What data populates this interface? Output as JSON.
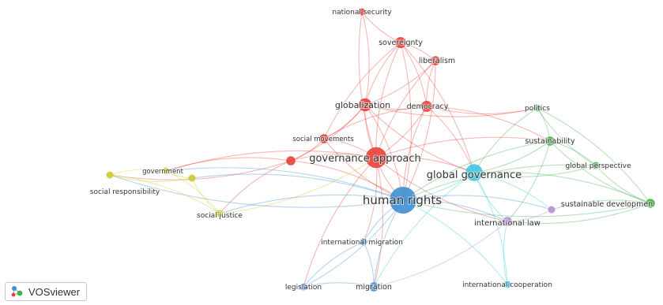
{
  "logo": {
    "text": "VOSviewer"
  },
  "clusters": {
    "red": "#e8413b",
    "blue": "#3d8fd4",
    "green": "#3fb34a",
    "yellow": "#c9cc2c",
    "cyan": "#3ec6de",
    "purple": "#b58cd9"
  },
  "nodes": [
    {
      "id": "national-security",
      "label": "national security",
      "cluster": "red",
      "weight": 2
    },
    {
      "id": "sovereignty",
      "label": "sovereignty",
      "cluster": "red",
      "weight": 4
    },
    {
      "id": "liberalism",
      "label": "liberalism",
      "cluster": "red",
      "weight": 3
    },
    {
      "id": "globalization",
      "label": "globalization",
      "cluster": "red",
      "weight": 5
    },
    {
      "id": "democracy",
      "label": "democracy",
      "cluster": "red",
      "weight": 4
    },
    {
      "id": "social-movements",
      "label": "social movements",
      "cluster": "red",
      "weight": 3
    },
    {
      "id": "governance-approach",
      "label": "governance approach",
      "cluster": "red",
      "weight": 9
    },
    {
      "id": "red-small",
      "label": "",
      "cluster": "red",
      "weight": 3
    },
    {
      "id": "politics",
      "label": "politics",
      "cluster": "green",
      "weight": 2
    },
    {
      "id": "sustainability",
      "label": "sustainability",
      "cluster": "green",
      "weight": 3
    },
    {
      "id": "global-perspective",
      "label": "global perspective",
      "cluster": "green",
      "weight": 2
    },
    {
      "id": "sustainable-development",
      "label": "sustainable developmen",
      "cluster": "green",
      "weight": 3
    },
    {
      "id": "global-governance",
      "label": "global governance",
      "cluster": "cyan",
      "weight": 7
    },
    {
      "id": "international-cooperation",
      "label": "international cooperation",
      "cluster": "cyan",
      "weight": 2
    },
    {
      "id": "human-rights",
      "label": "human rights",
      "cluster": "blue",
      "weight": 12
    },
    {
      "id": "international-migration",
      "label": "international migration",
      "cluster": "blue",
      "weight": 2
    },
    {
      "id": "legislation",
      "label": "legislation",
      "cluster": "blue",
      "weight": 2
    },
    {
      "id": "migration",
      "label": "migration",
      "cluster": "blue",
      "weight": 3
    },
    {
      "id": "international-law",
      "label": "international law",
      "cluster": "purple",
      "weight": 3
    },
    {
      "id": "purple-small",
      "label": "",
      "cluster": "purple",
      "weight": 2
    },
    {
      "id": "government",
      "label": "government",
      "cluster": "yellow",
      "weight": 2
    },
    {
      "id": "social-responsibility",
      "label": "social responsibility",
      "cluster": "yellow",
      "weight": 2
    },
    {
      "id": "social-justice",
      "label": "social justice",
      "cluster": "yellow",
      "weight": 2
    },
    {
      "id": "yellow-small",
      "label": "",
      "cluster": "yellow",
      "weight": 2
    }
  ],
  "links": [
    [
      "national-security",
      "sovereignty"
    ],
    [
      "national-security",
      "globalization"
    ],
    [
      "national-security",
      "governance-approach"
    ],
    [
      "sovereignty",
      "liberalism"
    ],
    [
      "sovereignty",
      "globalization"
    ],
    [
      "sovereignty",
      "democracy"
    ],
    [
      "sovereignty",
      "governance-approach"
    ],
    [
      "sovereignty",
      "human-rights"
    ],
    [
      "sovereignty",
      "social-movements"
    ],
    [
      "sovereignty",
      "global-governance"
    ],
    [
      "liberalism",
      "democracy"
    ],
    [
      "liberalism",
      "globalization"
    ],
    [
      "liberalism",
      "governance-approach"
    ],
    [
      "liberalism",
      "human-rights"
    ],
    [
      "globalization",
      "democracy"
    ],
    [
      "globalization",
      "social-movements"
    ],
    [
      "globalization",
      "governance-approach"
    ],
    [
      "globalization",
      "human-rights"
    ],
    [
      "globalization",
      "global-governance"
    ],
    [
      "globalization",
      "red-small"
    ],
    [
      "globalization",
      "politics"
    ],
    [
      "democracy",
      "governance-approach"
    ],
    [
      "democracy",
      "human-rights"
    ],
    [
      "democracy",
      "global-governance"
    ],
    [
      "democracy",
      "politics"
    ],
    [
      "democracy",
      "sustainability"
    ],
    [
      "democracy",
      "social-movements"
    ],
    [
      "social-movements",
      "governance-approach"
    ],
    [
      "social-movements",
      "human-rights"
    ],
    [
      "social-movements",
      "red-small"
    ],
    [
      "governance-approach",
      "human-rights"
    ],
    [
      "governance-approach",
      "global-governance"
    ],
    [
      "governance-approach",
      "red-small"
    ],
    [
      "governance-approach",
      "sustainability"
    ],
    [
      "governance-approach",
      "international-law"
    ],
    [
      "governance-approach",
      "migration"
    ],
    [
      "governance-approach",
      "legislation"
    ],
    [
      "governance-approach",
      "international-migration"
    ],
    [
      "governance-approach",
      "government"
    ],
    [
      "red-small",
      "human-rights"
    ],
    [
      "red-small",
      "social-justice"
    ],
    [
      "red-small",
      "social-responsibility"
    ],
    [
      "red-small",
      "government"
    ],
    [
      "politics",
      "sustainability"
    ],
    [
      "politics",
      "global-governance"
    ],
    [
      "politics",
      "sustainable-development"
    ],
    [
      "politics",
      "global-perspective"
    ],
    [
      "sustainability",
      "global-perspective"
    ],
    [
      "sustainability",
      "sustainable-development"
    ],
    [
      "sustainability",
      "global-governance"
    ],
    [
      "sustainability",
      "human-rights"
    ],
    [
      "sustainability",
      "international-law"
    ],
    [
      "global-perspective",
      "sustainable-development"
    ],
    [
      "global-perspective",
      "global-governance"
    ],
    [
      "global-perspective",
      "human-rights"
    ],
    [
      "sustainable-development",
      "human-rights"
    ],
    [
      "sustainable-development",
      "global-governance"
    ],
    [
      "sustainable-development",
      "international-law"
    ],
    [
      "sustainable-development",
      "purple-small"
    ],
    [
      "global-governance",
      "human-rights"
    ],
    [
      "global-governance",
      "international-law"
    ],
    [
      "global-governance",
      "international-cooperation"
    ],
    [
      "global-governance",
      "migration"
    ],
    [
      "global-governance",
      "purple-small"
    ],
    [
      "international-cooperation",
      "human-rights"
    ],
    [
      "international-cooperation",
      "international-law"
    ],
    [
      "human-rights",
      "international-migration"
    ],
    [
      "human-rights",
      "legislation"
    ],
    [
      "human-rights",
      "migration"
    ],
    [
      "human-rights",
      "international-law"
    ],
    [
      "human-rights",
      "social-justice"
    ],
    [
      "human-rights",
      "social-responsibility"
    ],
    [
      "human-rights",
      "government"
    ],
    [
      "human-rights",
      "purple-small"
    ],
    [
      "human-rights",
      "yellow-small"
    ],
    [
      "international-migration",
      "migration"
    ],
    [
      "international-migration",
      "legislation"
    ],
    [
      "legislation",
      "migration"
    ],
    [
      "international-law",
      "purple-small"
    ],
    [
      "international-law",
      "migration"
    ],
    [
      "government",
      "social-responsibility"
    ],
    [
      "government",
      "social-justice"
    ],
    [
      "government",
      "yellow-small"
    ],
    [
      "social-responsibility",
      "social-justice"
    ],
    [
      "social-responsibility",
      "yellow-small"
    ],
    [
      "social-justice",
      "yellow-small"
    ],
    [
      "social-justice",
      "governance-approach"
    ]
  ]
}
